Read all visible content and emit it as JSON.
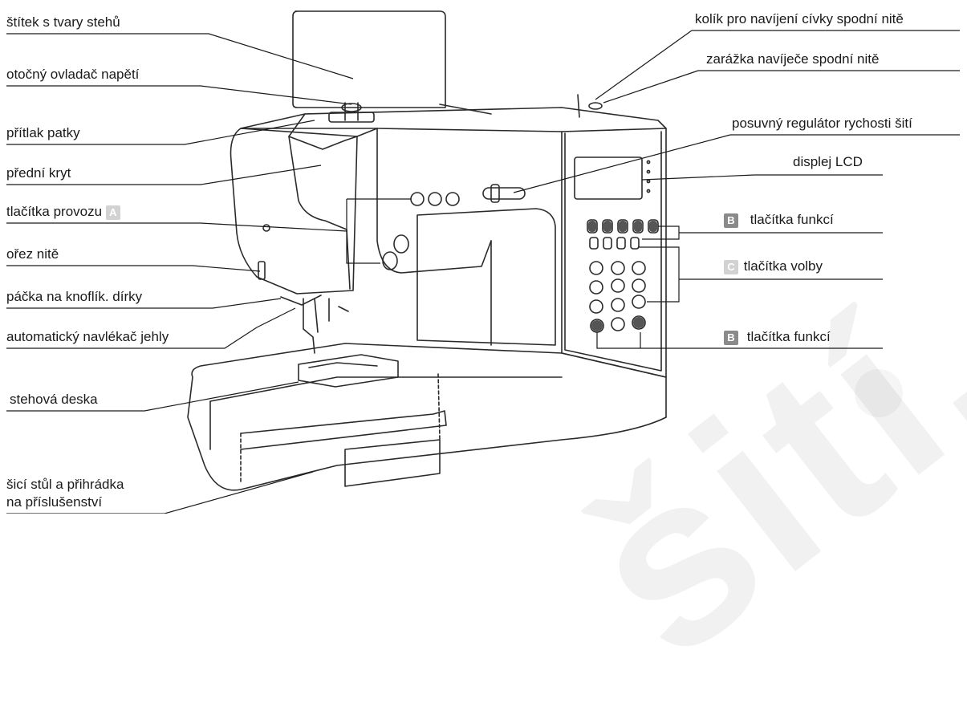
{
  "labels": {
    "stitch_chart": "štítek s tvary stehů",
    "tension_dial": "otočný ovladač napětí",
    "presser_foot_pressure": "přítlak patky",
    "front_cover": "přední kryt",
    "operation_buttons": "tlačítka provozu",
    "operation_badge": "A",
    "thread_cutter": "ořez nitě",
    "buttonhole_lever": "páčka na knoflík. dírky",
    "needle_threader": "automatický navlékač jehly",
    "needle_plate": "stehová deska",
    "extension_table_line1": "šicí stůl a přihrádka",
    "extension_table_line2": "na příslušenství",
    "bobbin_winder_spindle": "kolík pro navíjení cívky spodní nitě",
    "bobbin_winder_stopper": "zarážka navíječe spodní nitě",
    "speed_slider": "posuvný regulátor rychosti šití",
    "lcd_display": "displej LCD",
    "function_buttons_top": "tlačítka funkcí",
    "function_badge_top": "B",
    "selection_buttons": "tlačítka volby",
    "selection_badge": "C",
    "function_buttons_bottom": "tlačítka funkcí",
    "function_badge_bottom": "B"
  },
  "watermark_text": "šití.c",
  "colors": {
    "line": "#1a1a1a",
    "machine_stroke": "#2a2a2a",
    "badge_dark": "#8a8a8a",
    "badge_light": "#d2d2d2"
  }
}
